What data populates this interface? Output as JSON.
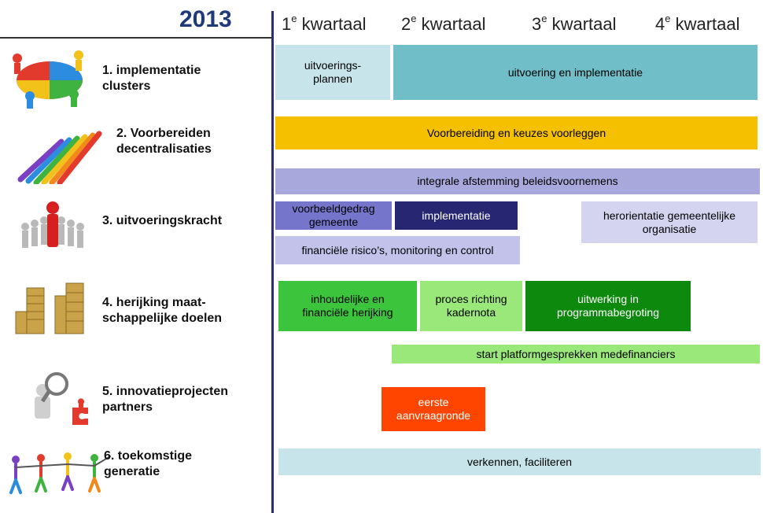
{
  "header": {
    "year": "2013",
    "quarters": [
      {
        "num": "1",
        "sup": "e",
        "word": "kwartaal"
      },
      {
        "num": "2",
        "sup": "e",
        "word": "kwartaal"
      },
      {
        "num": "3",
        "sup": "e",
        "word": "kwartaal"
      },
      {
        "num": "4",
        "sup": "e",
        "word": "kwartaal"
      }
    ]
  },
  "rows": [
    {
      "label": "1.   implementatie\nclusters",
      "icon": "puzzle-people-icon"
    },
    {
      "label": "2. Voorbereiden\ndecentralisaties",
      "icon": "colored-arrows-icon"
    },
    {
      "label": "3. uitvoeringskracht",
      "icon": "leader-crowd-icon"
    },
    {
      "label": "4. herijking maat-\nschappelijke doelen",
      "icon": "coin-stacks-icon"
    },
    {
      "label": "5. innovatieprojecten\npartners",
      "icon": "magnifier-puzzle-icon"
    },
    {
      "label": "6. toekomstige\ngeneratie",
      "icon": "dancing-children-icon"
    }
  ],
  "bars": {
    "uitvoeringsplannen": {
      "text": "uitvoerings-\nplannen",
      "color": "#c6e4ea"
    },
    "uitvoering_implementatie": {
      "text": "uitvoering en implementatie",
      "color": "#6fbec8"
    },
    "voorbereiding": {
      "text": "Voorbereiding en keuzes voorleggen",
      "color": "#f5c000"
    },
    "integrale": {
      "text": "integrale afstemming beleidsvoornemens",
      "color": "#a8a8dc"
    },
    "voorbeeldgedrag": {
      "text": "voorbeeldgedrag\ngemeente",
      "color": "#7575cc"
    },
    "implementatie": {
      "text": "implementatie",
      "color": "#262673"
    },
    "herorientatie": {
      "text": "herorientatie gemeentelijke\norganisatie",
      "color": "#d4d4f0"
    },
    "financiele_risicos": {
      "text": "financiële risico’s, monitoring en control",
      "color": "#c2c2ea"
    },
    "inhoudelijke": {
      "text": "inhoudelijke en\nfinanciële herijking",
      "color": "#3cc43c"
    },
    "proces_richting": {
      "text": "proces richting\nkadernota",
      "color": "#9be87a"
    },
    "uitwerking": {
      "text": "uitwerking in\nprogrammabegroting",
      "color": "#0d8a0d"
    },
    "platformgesprekken": {
      "text": "start platformgesprekken medefinanciers",
      "color": "#9be87a"
    },
    "eerste_aanvraagronde": {
      "text": "eerste\naanvraagronde",
      "color": "#ff4500"
    },
    "verkennen": {
      "text": "verkennen, faciliteren",
      "color": "#c6e4ea"
    }
  }
}
